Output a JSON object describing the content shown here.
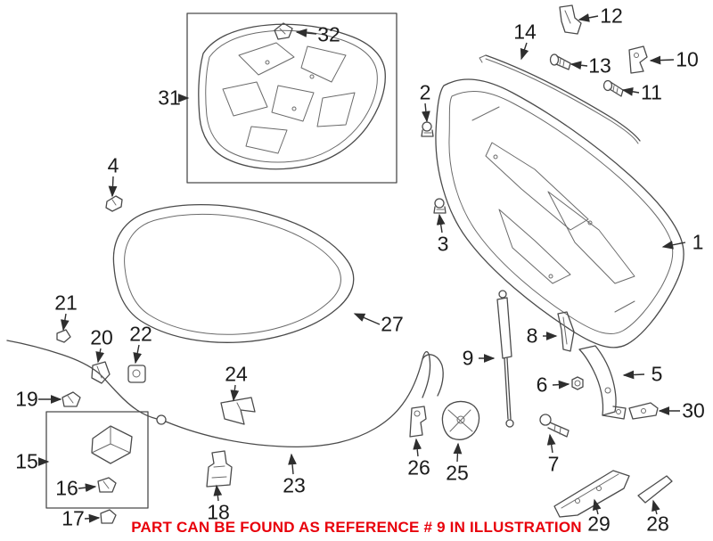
{
  "note": {
    "text": "PART CAN BE FOUND AS REFERENCE # 9 IN ILLUSTRATION",
    "color": "#e8000b"
  },
  "drawing": {
    "line_color": "#4b4b4b",
    "label_color": "#1b1b1b"
  },
  "parts": [
    {
      "label": "1"
    },
    {
      "label": "2"
    },
    {
      "label": "3"
    },
    {
      "label": "4"
    },
    {
      "label": "5"
    },
    {
      "label": "6"
    },
    {
      "label": "7"
    },
    {
      "label": "8"
    },
    {
      "label": "9"
    },
    {
      "label": "10"
    },
    {
      "label": "11"
    },
    {
      "label": "12"
    },
    {
      "label": "13"
    },
    {
      "label": "14"
    },
    {
      "label": "15"
    },
    {
      "label": "16"
    },
    {
      "label": "17"
    },
    {
      "label": "18"
    },
    {
      "label": "19"
    },
    {
      "label": "20"
    },
    {
      "label": "21"
    },
    {
      "label": "22"
    },
    {
      "label": "23"
    },
    {
      "label": "24"
    },
    {
      "label": "25"
    },
    {
      "label": "26"
    },
    {
      "label": "27"
    },
    {
      "label": "28"
    },
    {
      "label": "29"
    },
    {
      "label": "30"
    },
    {
      "label": "31"
    },
    {
      "label": "32"
    }
  ]
}
